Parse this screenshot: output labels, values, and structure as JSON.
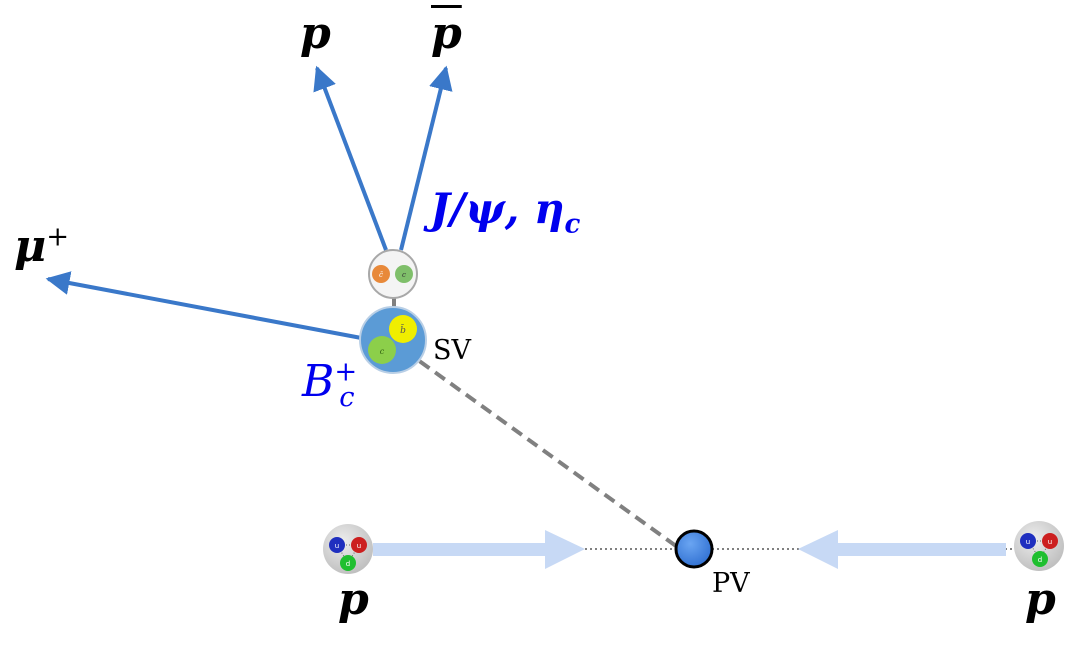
{
  "colors": {
    "track": "#3a78c9",
    "beam": "#c7d9f5",
    "flight_line": "#808080",
    "beam_line": "#808080",
    "pv_fill": "#3f86e8",
    "sv_fill": "#5b9bd6",
    "label_blue": "#0000ee",
    "label_black": "#000000",
    "quark_u": "#1f2fbf",
    "quark_u2": "#cc1f1f",
    "quark_d": "#1fbf2f",
    "quark_b": "#f0ee00",
    "quark_c_light": "#8ccf4a",
    "quark_c_orange": "#e8893a",
    "quark_c_green": "#7fbf6a"
  },
  "labels": {
    "p_top": "p",
    "pbar_top": "p",
    "mu": "μ",
    "mu_charge": "+",
    "jpsi": "J/ψ, η",
    "jpsi_sub": "c",
    "bc": "B",
    "bc_sub": "c",
    "bc_sup": "+",
    "sv": "SV",
    "pv": "PV",
    "p_left": "p",
    "p_right": "p"
  },
  "icons": {
    "left_proton": "proton-quark-icon",
    "right_proton": "proton-quark-icon",
    "bc_meson": "bc-meson-icon",
    "charmonium": "charmonium-icon"
  }
}
